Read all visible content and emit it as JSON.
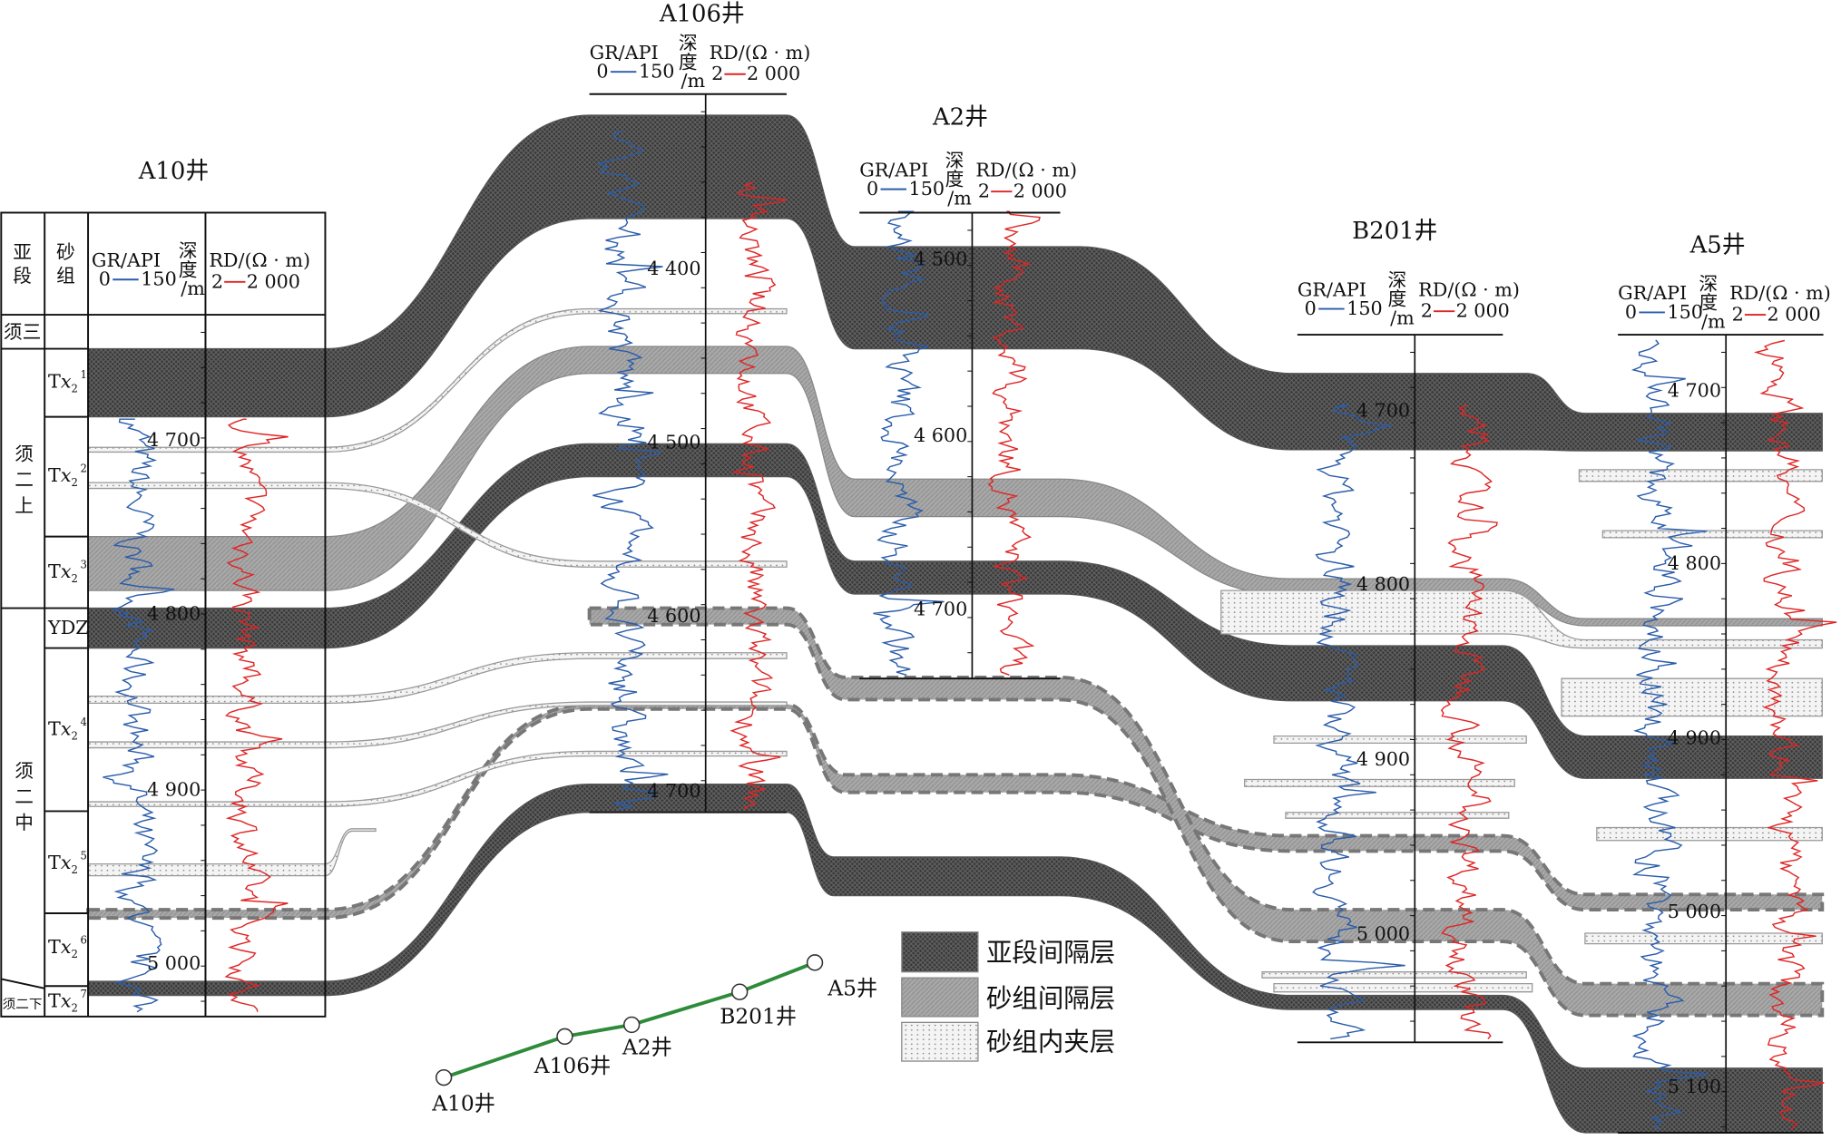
{
  "colors": {
    "gr": "#2a5caa",
    "rd": "#e02424",
    "dark": "#3c3c3c",
    "gray": "#a6a6a6",
    "route": "#2e8b3a"
  },
  "header": {
    "gr_label": "GR/API",
    "gr_min": "0",
    "gr_max": "150",
    "depth_label_1": "深",
    "depth_label_2": "度",
    "depth_unit": "/m",
    "rd_label": "RD/(Ω · m)",
    "rd_min": "2",
    "rd_max": "2 000"
  },
  "wells": [
    {
      "name": "A10井",
      "depths": [
        "4 700",
        "4 800",
        "4 900",
        "5 000"
      ]
    },
    {
      "name": "A106井",
      "depths": [
        "4 400",
        "4 500",
        "4 600",
        "4 700"
      ]
    },
    {
      "name": "A2井",
      "depths": [
        "4 500",
        "4 600",
        "4 700"
      ]
    },
    {
      "name": "B201井",
      "depths": [
        "4 700",
        "4 800",
        "4 900",
        "5 000"
      ]
    },
    {
      "name": "A5井",
      "depths": [
        "4 700",
        "4 800",
        "4 900",
        "5 000",
        "5 100"
      ]
    }
  ],
  "table": {
    "col_subsection": "亚段",
    "col_sandgroup": "砂组",
    "subsections": [
      "须三",
      "须二上",
      "须二中",
      "须二下"
    ],
    "sandgroups": [
      "Tx",
      "Tx",
      "Tx",
      "YDZ",
      "Tx",
      "Tx",
      "Tx",
      "Tx"
    ],
    "sandgroup_sub": "2",
    "sandgroup_sup": [
      "1",
      "2",
      "3",
      "",
      "4",
      "5",
      "6",
      "7"
    ]
  },
  "legend": {
    "items": [
      "亚段间隔层",
      "砂组间隔层",
      "砂组内夹层"
    ]
  },
  "map": {
    "wells": [
      "A10井",
      "A106井",
      "A2井",
      "B201井",
      "A5井"
    ]
  }
}
